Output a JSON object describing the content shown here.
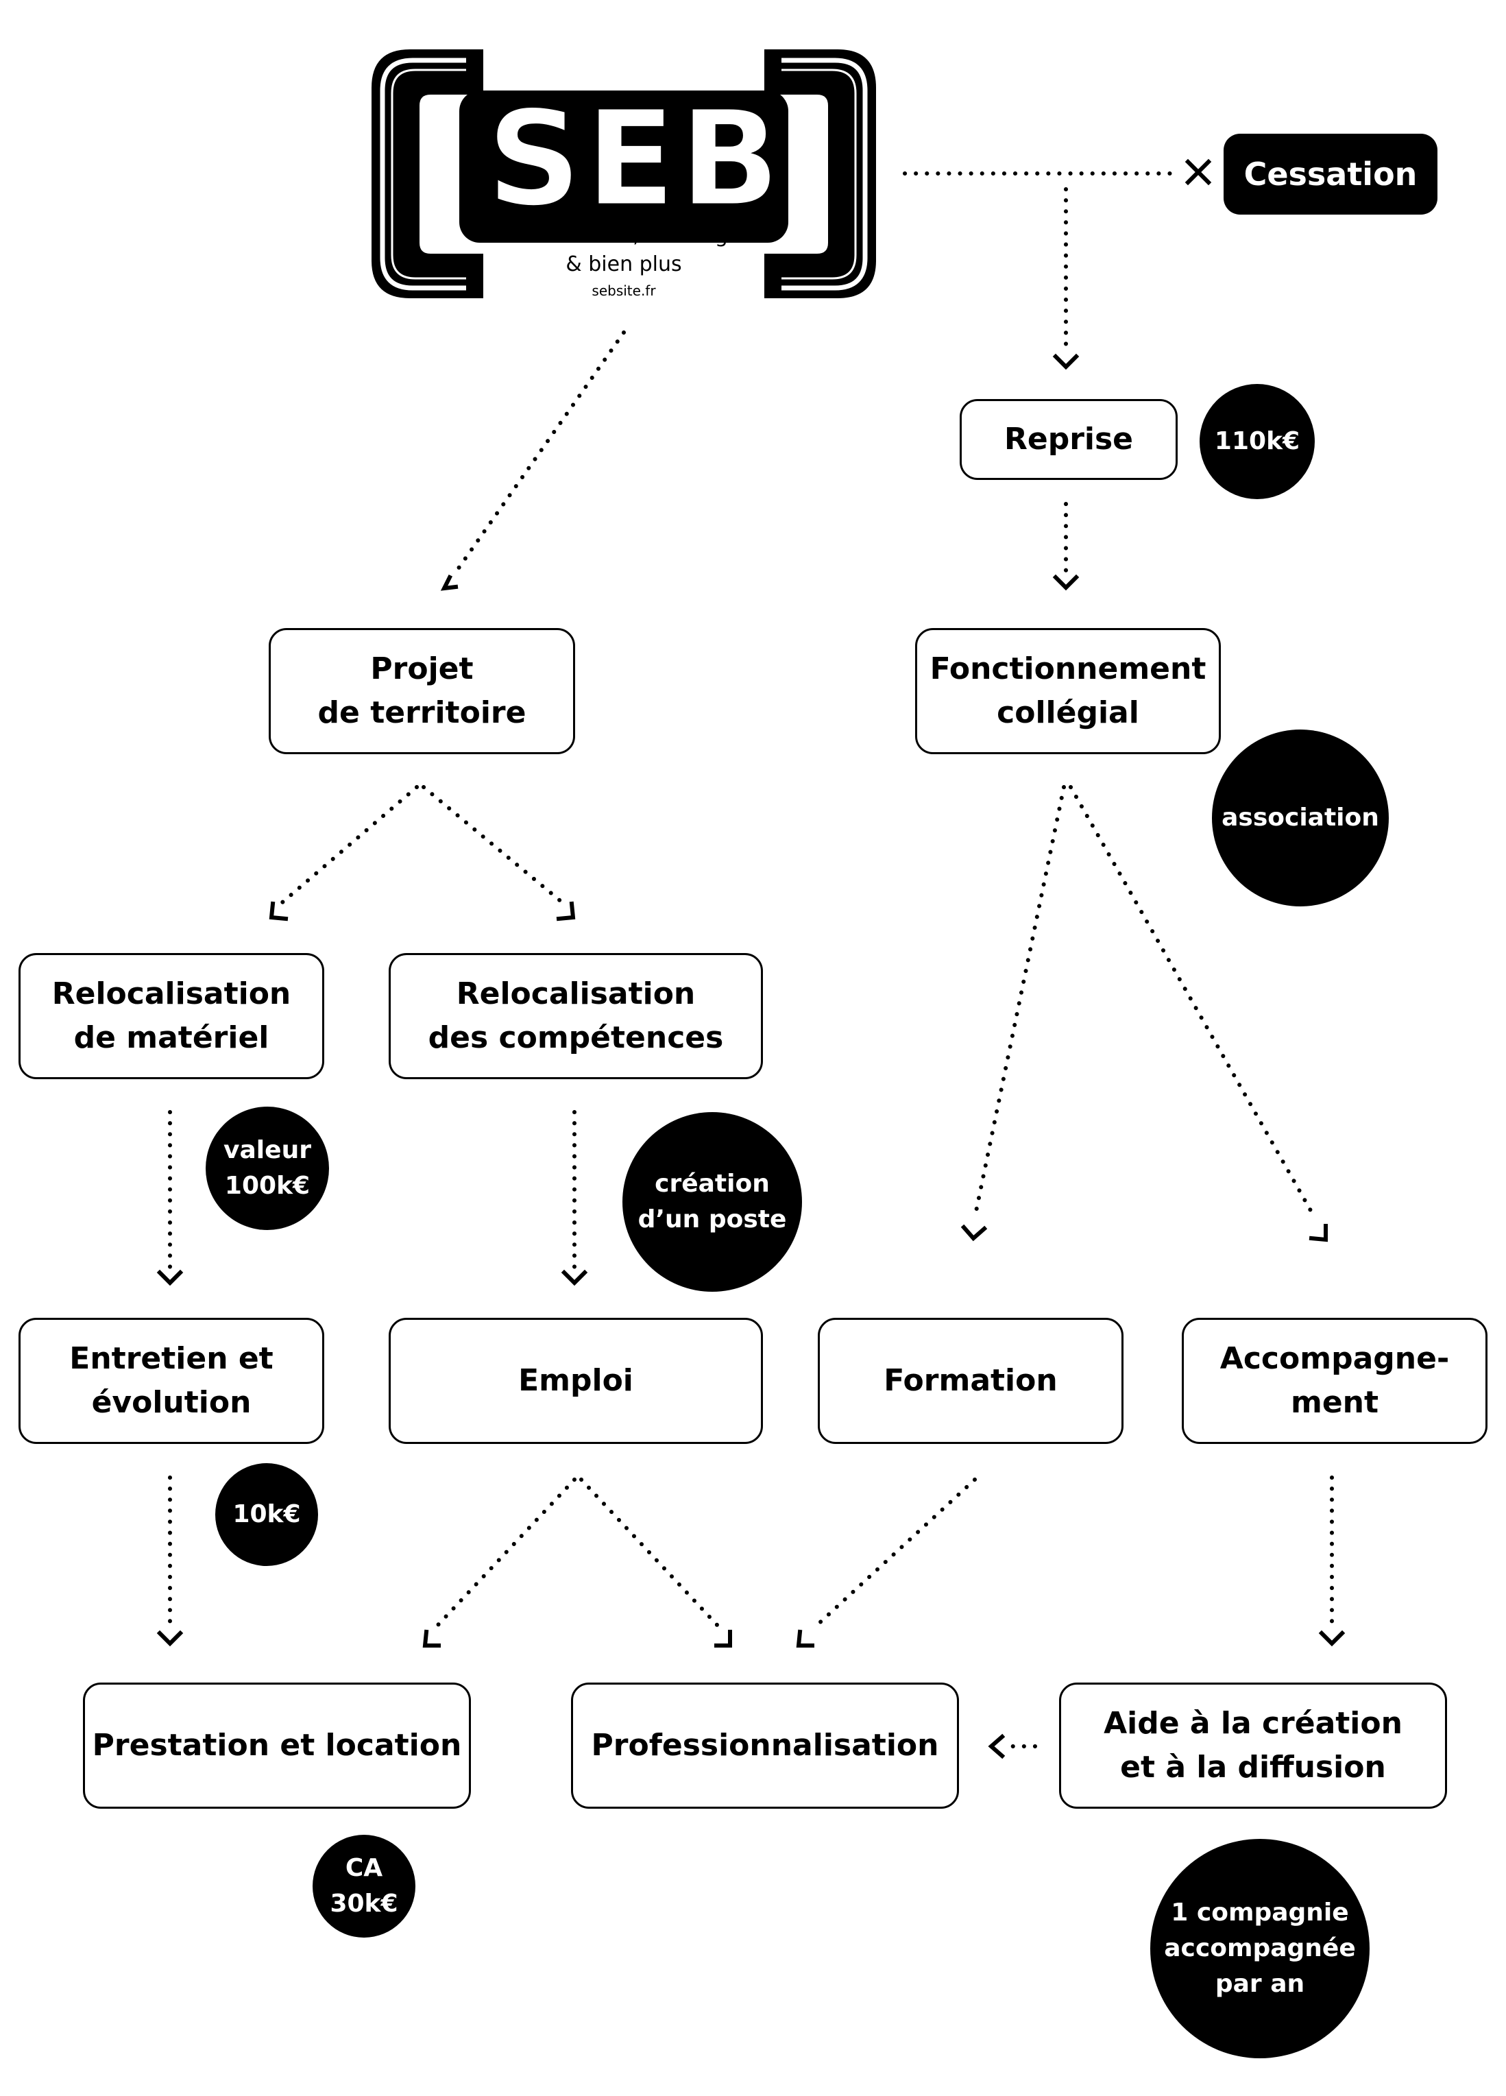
{
  "logo": {
    "name": "SEB",
    "tagline_line1": "sonorisation, éclairage",
    "tagline_line2": "& bien plus",
    "website": "sebsite.fr"
  },
  "cessation": "Cessation",
  "boxes": {
    "reprise": "Reprise",
    "projet": "Projet\nde territoire",
    "fonctionnement": "Fonctionnement\ncollégial",
    "reloc_materiel": "Relocalisation\nde matériel",
    "reloc_competences": "Relocalisation\ndes compétences",
    "entretien": "Entretien et\névolution",
    "emploi": "Emploi",
    "formation": "Formation",
    "accompagnement": "Accompagne-\nment",
    "prestation": "Prestation et location",
    "professionnalisation": "Professionnalisation",
    "aide": "Aide à la création\net à la diffusion"
  },
  "badges": {
    "reprise_cost": "110k€",
    "association": "association",
    "valeur": "valeur\n100k€",
    "creation_poste": "création\nd’un poste",
    "entretien_cost": "10k€",
    "ca": "CA\n30k€",
    "compagnie": "1 compagnie\naccompagnée\npar an"
  },
  "colors": {
    "ink": "#000000",
    "paper": "#ffffff"
  }
}
